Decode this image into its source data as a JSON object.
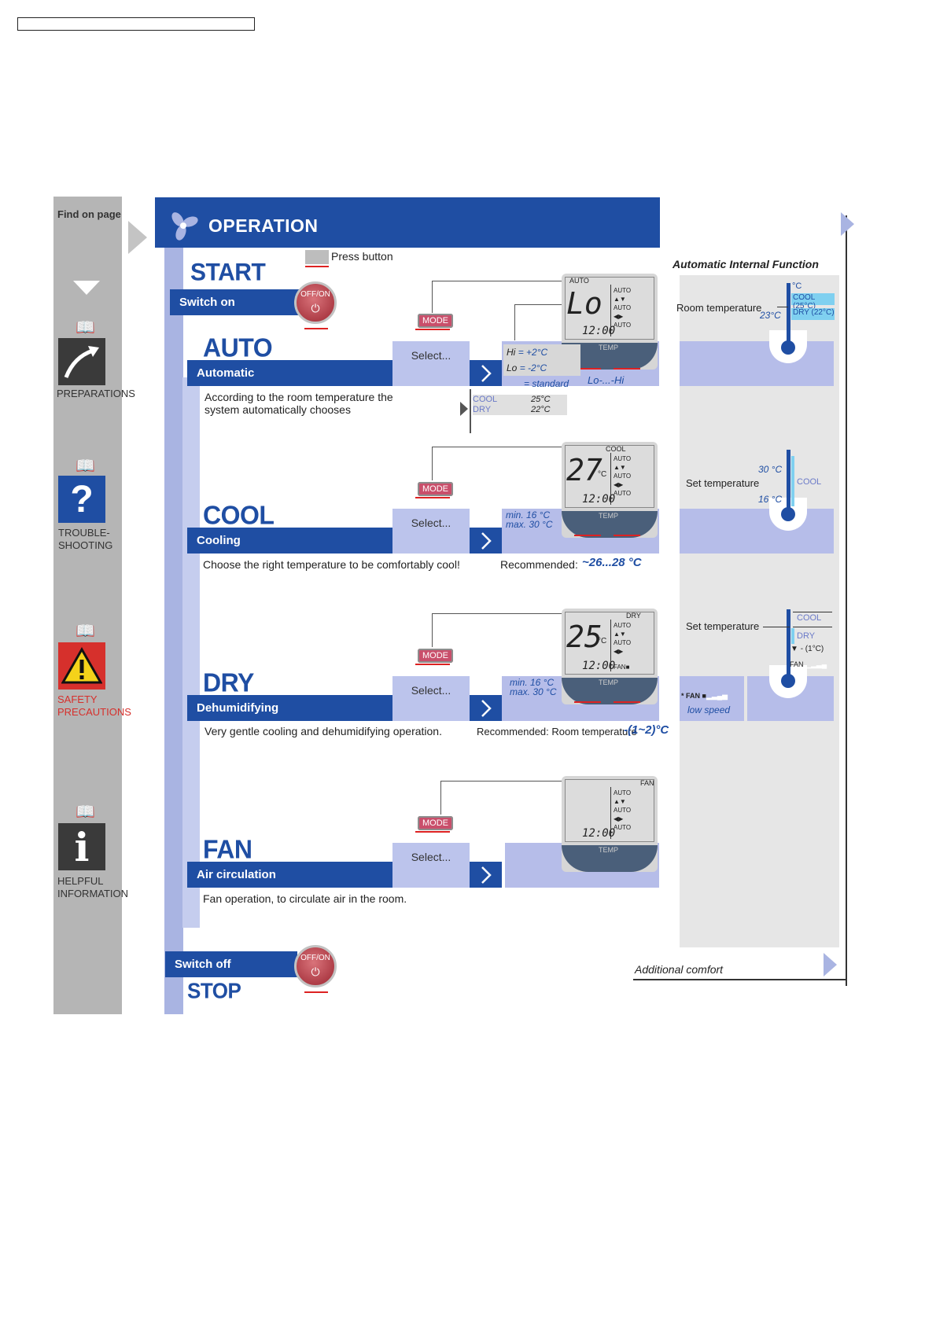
{
  "nav": {
    "find_label": "Find on page",
    "items": [
      {
        "label": "PREPARATIONS"
      },
      {
        "label": "TROUBLE-\nSHOOTING"
      },
      {
        "label": "SAFETY\nPRECAUTIONS"
      },
      {
        "label": "HELPFUL\nINFORMATION"
      }
    ]
  },
  "header": {
    "title": "OPERATION"
  },
  "press_button": "Press button",
  "start": {
    "title": "START",
    "band": "Switch on"
  },
  "stop": {
    "title": "STOP",
    "band": "Switch off"
  },
  "onoff_label": "OFF/ON",
  "mode_label": "MODE",
  "select_label": "Select...",
  "modes": {
    "auto": {
      "title": "AUTO",
      "band": "Automatic",
      "desc": "According to the room temperature the system automatically chooses",
      "lcd_mode": "AUTO",
      "lcd_digits": "Lo",
      "lcd_time": "12:00",
      "hi": "Hi",
      "hi_val": "= +2°C",
      "lo": "Lo",
      "lo_val": "= -2°C",
      "std": "= standard",
      "range": "Lo-...-Hi",
      "cool": "COOL",
      "cool_temp": "25°C",
      "dry": "DRY",
      "dry_temp": "22°C"
    },
    "cool": {
      "title": "COOL",
      "band": "Cooling",
      "desc": "Choose the right temperature to be comfortably cool!",
      "lcd_mode": "COOL",
      "lcd_digits": "27",
      "lcd_time": "12:00",
      "min": "min.  16 °C",
      "max": "max.  30 °C",
      "rec_label": "Recommended:",
      "rec_value": "~26...28 °C"
    },
    "dry": {
      "title": "DRY",
      "band": "Dehumidifying",
      "desc": "Very gentle cooling and dehumidifying operation.",
      "lcd_mode": "DRY",
      "lcd_digits": "25",
      "lcd_time": "12:00",
      "min": "min.  16 °C",
      "max": "max.  30 °C",
      "rec_label": "Recommended: Room temperature",
      "rec_value": "-(1~2)°C"
    },
    "fan": {
      "title": "FAN",
      "band": "Air circulation",
      "desc": "Fan operation, to circulate air in the room.",
      "lcd_mode": "FAN",
      "lcd_time": "12:00"
    }
  },
  "lcd": {
    "auto": "AUTO",
    "fan": "FAN",
    "temp": "TEMP",
    "c": "°C"
  },
  "right": {
    "title": "Automatic Internal Function",
    "room_temp": "Room temperature",
    "t23": "23°C",
    "deg": "°C",
    "cool25": "COOL (25°C)",
    "dry22": "DRY  (22°C)",
    "set_temp": "Set temperature",
    "t30": "30 °C",
    "t16": "16 °C",
    "cool": "COOL",
    "dry": "DRY",
    "minus": "- (1°C)",
    "fan": "FAN",
    "fan_star": "* FAN",
    "low_speed": "low speed",
    "additional": "Additional comfort"
  }
}
